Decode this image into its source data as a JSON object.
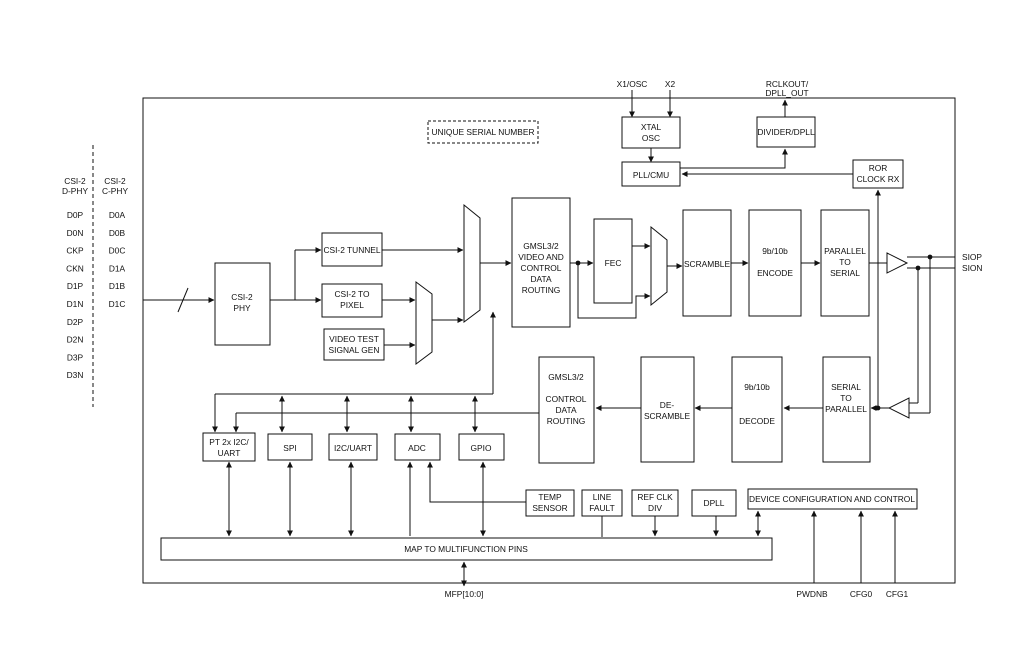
{
  "pins_left": {
    "header_dphy": [
      "CSI-2",
      "D-PHY"
    ],
    "header_cphy": [
      "CSI-2",
      "C-PHY"
    ],
    "dphy": [
      "D0P",
      "D0N",
      "CKP",
      "CKN",
      "D1P",
      "D1N",
      "D2P",
      "D2N",
      "D3P",
      "D3N"
    ],
    "cphy": [
      "D0A",
      "D0B",
      "D0C",
      "D1A",
      "D1B",
      "D1C"
    ]
  },
  "top_pins": {
    "x1osc": "X1/OSC",
    "x2": "X2",
    "rclkout": [
      "RCLKOUT/",
      "DPLL_OUT"
    ]
  },
  "right_pins": {
    "siop": "SIOP",
    "sion": "SION"
  },
  "bottom_pins": {
    "mfp": "MFP[10:0]",
    "pwdnb": "PWDNB",
    "cfg0": "CFG0",
    "cfg1": "CFG1"
  },
  "blocks": {
    "unique_serial": "UNIQUE SERIAL NUMBER",
    "xtal_osc": [
      "XTAL",
      "OSC"
    ],
    "divider_dpll": "DIVIDER/DPLL",
    "pll_cmu": "PLL/CMU",
    "ror_clock_rx": [
      "ROR",
      "CLOCK RX"
    ],
    "csi2_phy": [
      "CSI-2",
      "PHY"
    ],
    "csi2_tunnel": "CSI-2 TUNNEL",
    "csi2_to_pixel": [
      "CSI-2 TO",
      "PIXEL"
    ],
    "video_test": [
      "VIDEO TEST",
      "SIGNAL GEN"
    ],
    "gmsl_video": [
      "GMSL3/2",
      "VIDEO AND",
      "CONTROL",
      "DATA",
      "ROUTING"
    ],
    "fec": "FEC",
    "scramble": "SCRAMBLE",
    "encode": [
      "9b/10b",
      "ENCODE"
    ],
    "p2s": [
      "PARALLEL",
      "TO",
      "SERIAL"
    ],
    "gmsl_control": [
      "GMSL3/2",
      "CONTROL",
      "DATA",
      "ROUTING"
    ],
    "descramble": [
      "DE-",
      "SCRAMBLE"
    ],
    "decode": [
      "9b/10b",
      "DECODE"
    ],
    "s2p": [
      "SERIAL",
      "TO",
      "PARALLEL"
    ],
    "pt_i2c_uart": [
      "PT 2x I2C/",
      "UART"
    ],
    "spi": "SPI",
    "i2c_uart": "I2C/UART",
    "adc": "ADC",
    "gpio": "GPIO",
    "temp_sensor": [
      "TEMP",
      "SENSOR"
    ],
    "line_fault": [
      "LINE",
      "FAULT"
    ],
    "ref_clk_div": [
      "REF CLK",
      "DIV"
    ],
    "dpll": "DPLL",
    "device_config": "DEVICE CONFIGURATION AND CONTROL",
    "map_mfp": "MAP TO MULTIFUNCTION PINS"
  }
}
